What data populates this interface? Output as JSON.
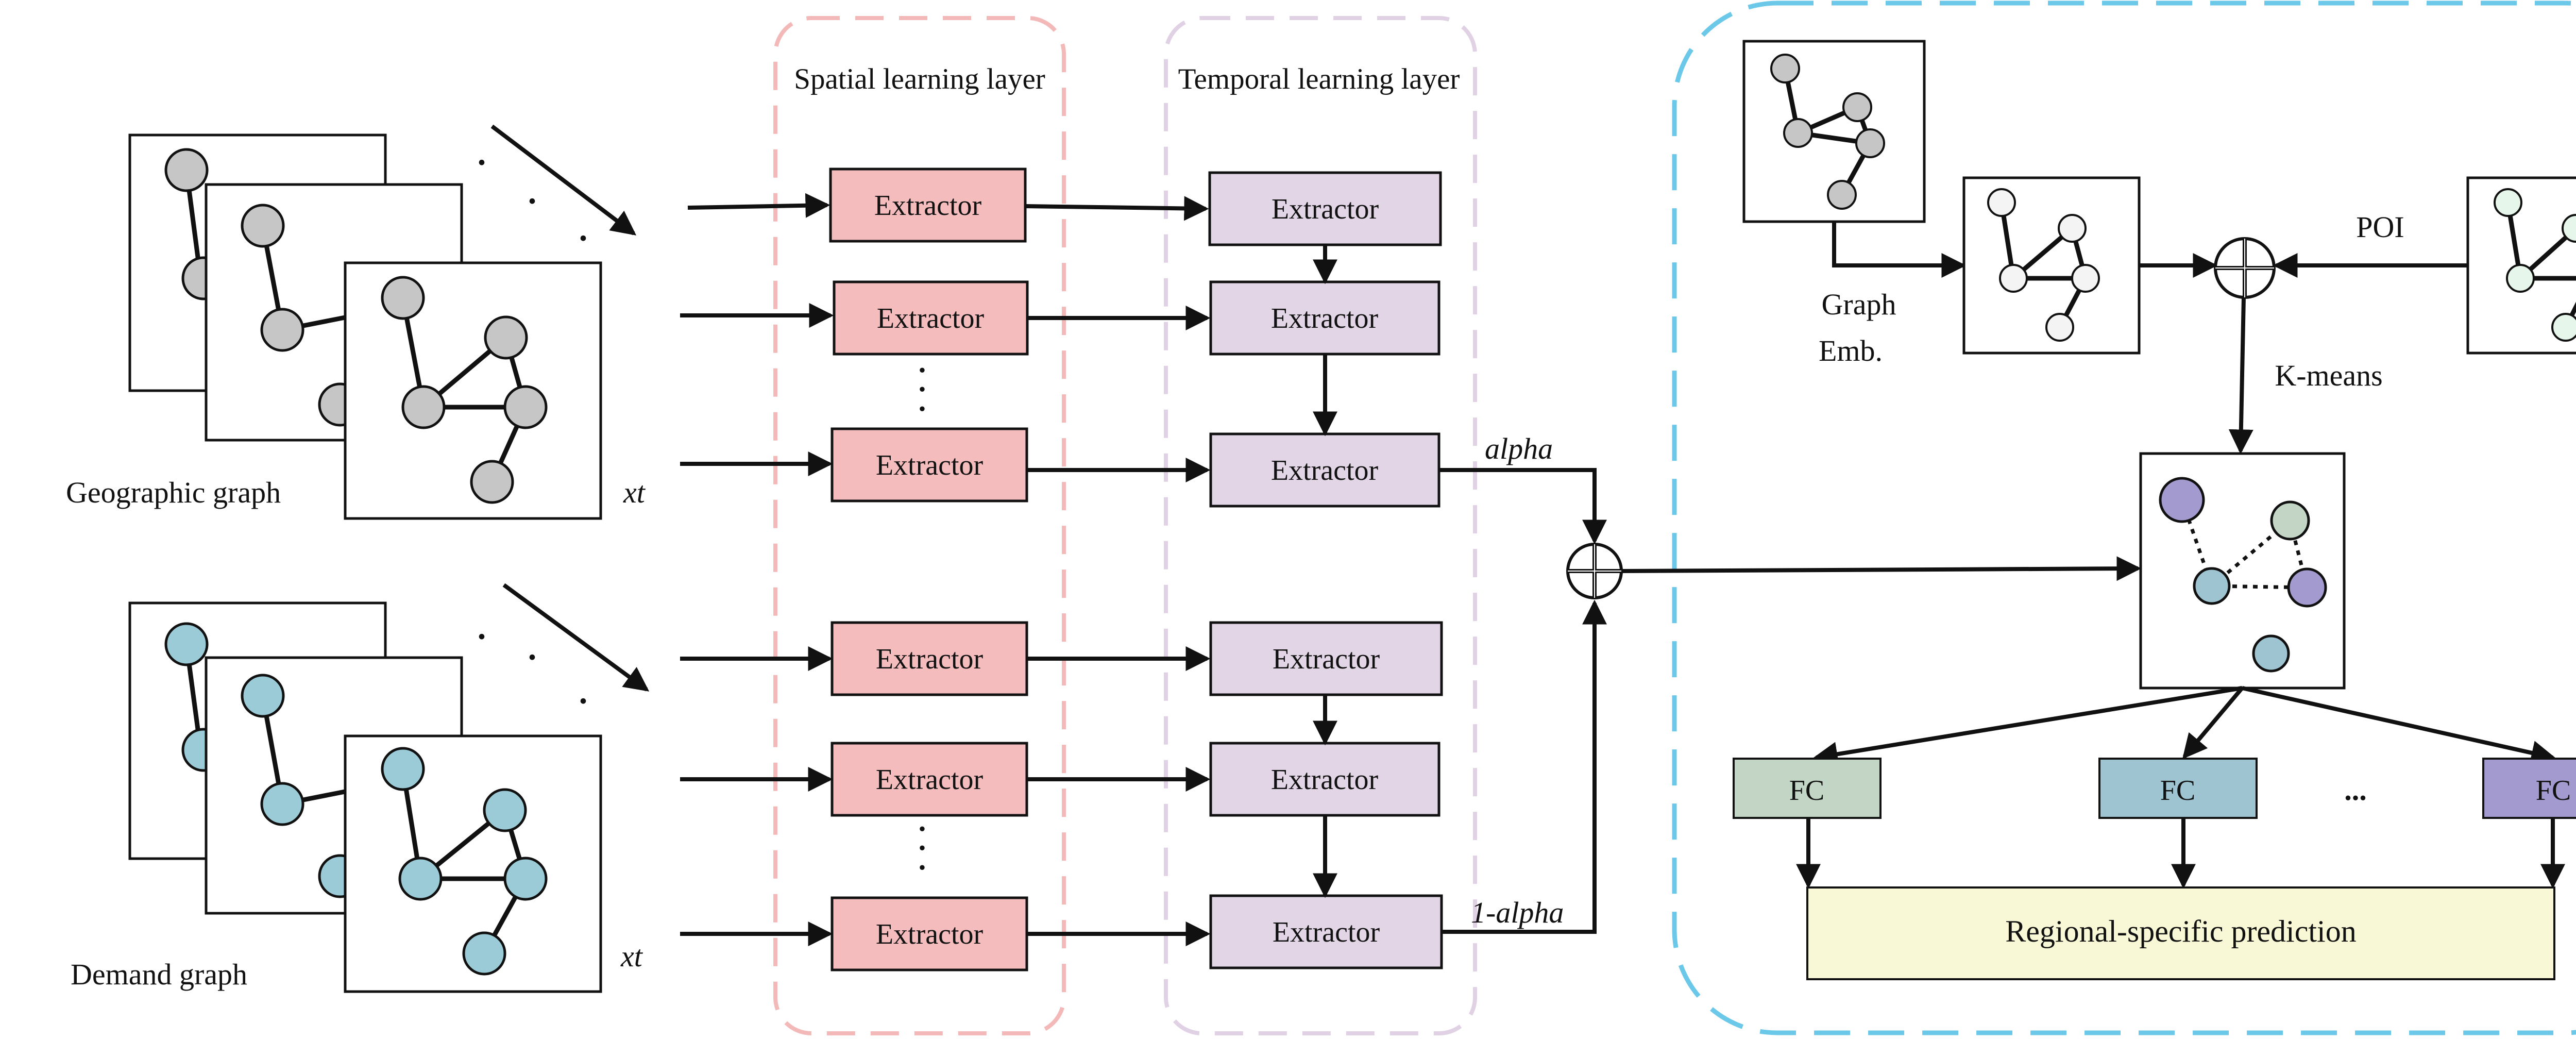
{
  "graphs": {
    "geographic_label": "Geographic graph",
    "demand_label": "Demand graph",
    "xt_top": "xt",
    "xt_bottom": "xt",
    "dots": "·"
  },
  "layers": {
    "spatial_title": "Spatial learning layer",
    "temporal_title": "Temporal learning layer",
    "extractor_label": "Extractor",
    "vertical_dots": "·"
  },
  "fusion": {
    "alpha": "alpha",
    "one_minus_alpha": "1-alpha"
  },
  "regional": {
    "graph_emb_line1": "Graph",
    "graph_emb_line2": "Emb.",
    "poi": "POI",
    "kmeans": "K-means",
    "fc": "FC",
    "ellipsis": "...",
    "prediction": "Regional-specific prediction"
  },
  "colors": {
    "gray_node": "#c6c6c6",
    "blue_node": "#9ccbd8",
    "spatial_fill": "#f4bcbd",
    "spatial_border": "#f3b8b8",
    "temporal_fill": "#e2d6e6",
    "temporal_border": "#e0d2e4",
    "regional_border": "#6cc8e8",
    "emb_node": "#f4f4f4",
    "poi_node": "#e6f6ea",
    "cluster_purple": "#a39ad0",
    "cluster_green": "#c3d6c5",
    "cluster_blue": "#9ec4d2",
    "fc_green": "#c3d6c5",
    "fc_blue": "#9ec4d2",
    "fc_purple": "#a39ad0",
    "prediction_fill": "#f8f8d6"
  }
}
